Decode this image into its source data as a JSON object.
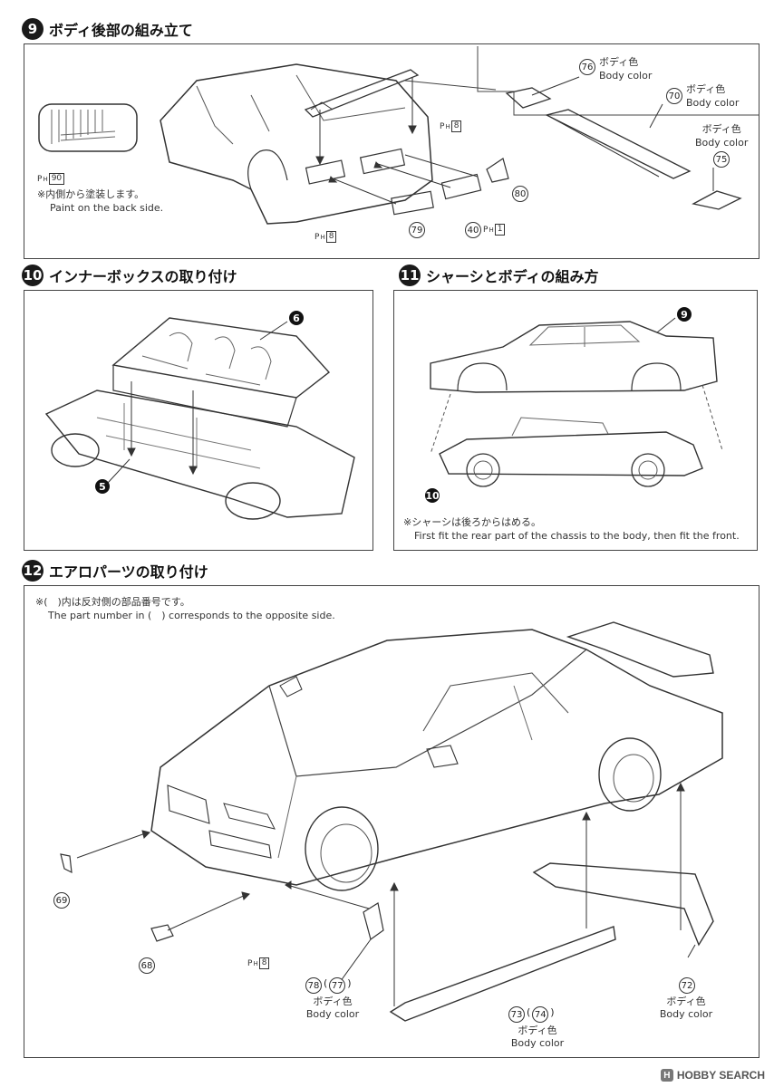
{
  "step9": {
    "num": "9",
    "title": "ボディ後部の組み立て",
    "note_jp": "※内側から塗装します。",
    "note_en": "Paint on the back side.",
    "color1_jp": "ボディ色",
    "color1_en": "Body color",
    "color2_jp": "ボディ色",
    "color2_en": "Body color",
    "color3_jp": "ボディ色",
    "color3_en": "Body color",
    "parts": {
      "p76": "76",
      "p70": "70",
      "p75": "75",
      "p80": "80",
      "p79": "79",
      "p40": "40"
    },
    "ph_letter": "P",
    "ph_sub": "H",
    "ph90": "90",
    "ph8a": "8",
    "ph8b": "8",
    "ph1": "1"
  },
  "step10": {
    "num": "10",
    "title": "インナーボックスの取り付け",
    "ref6": "6",
    "ref5": "5"
  },
  "step11": {
    "num": "11",
    "title": "シャーシとボディの組み方",
    "ref9": "9",
    "ref10": "10",
    "note_jp": "※シャーシは後ろからはめる。",
    "note_en": "First fit the rear part of the chassis to the body, then fit the front."
  },
  "step12": {
    "num": "12",
    "title": "エアロパーツの取り付け",
    "note_jp": "※(　)内は反対側の部品番号です。",
    "note_en": "The part number in (　) corresponds to the opposite side.",
    "p69": "69",
    "p68": "68",
    "p78": "78",
    "p77": "77",
    "p73": "73",
    "p74": "74",
    "p72": "72",
    "ph8": "8",
    "color_a_jp": "ボディ色",
    "color_a_en": "Body color",
    "color_b_jp": "ボディ色",
    "color_b_en": "Body color",
    "color_c_jp": "ボディ色",
    "color_c_en": "Body color"
  },
  "watermark": {
    "mark": "H",
    "text": "HOBBY SEARCH"
  }
}
